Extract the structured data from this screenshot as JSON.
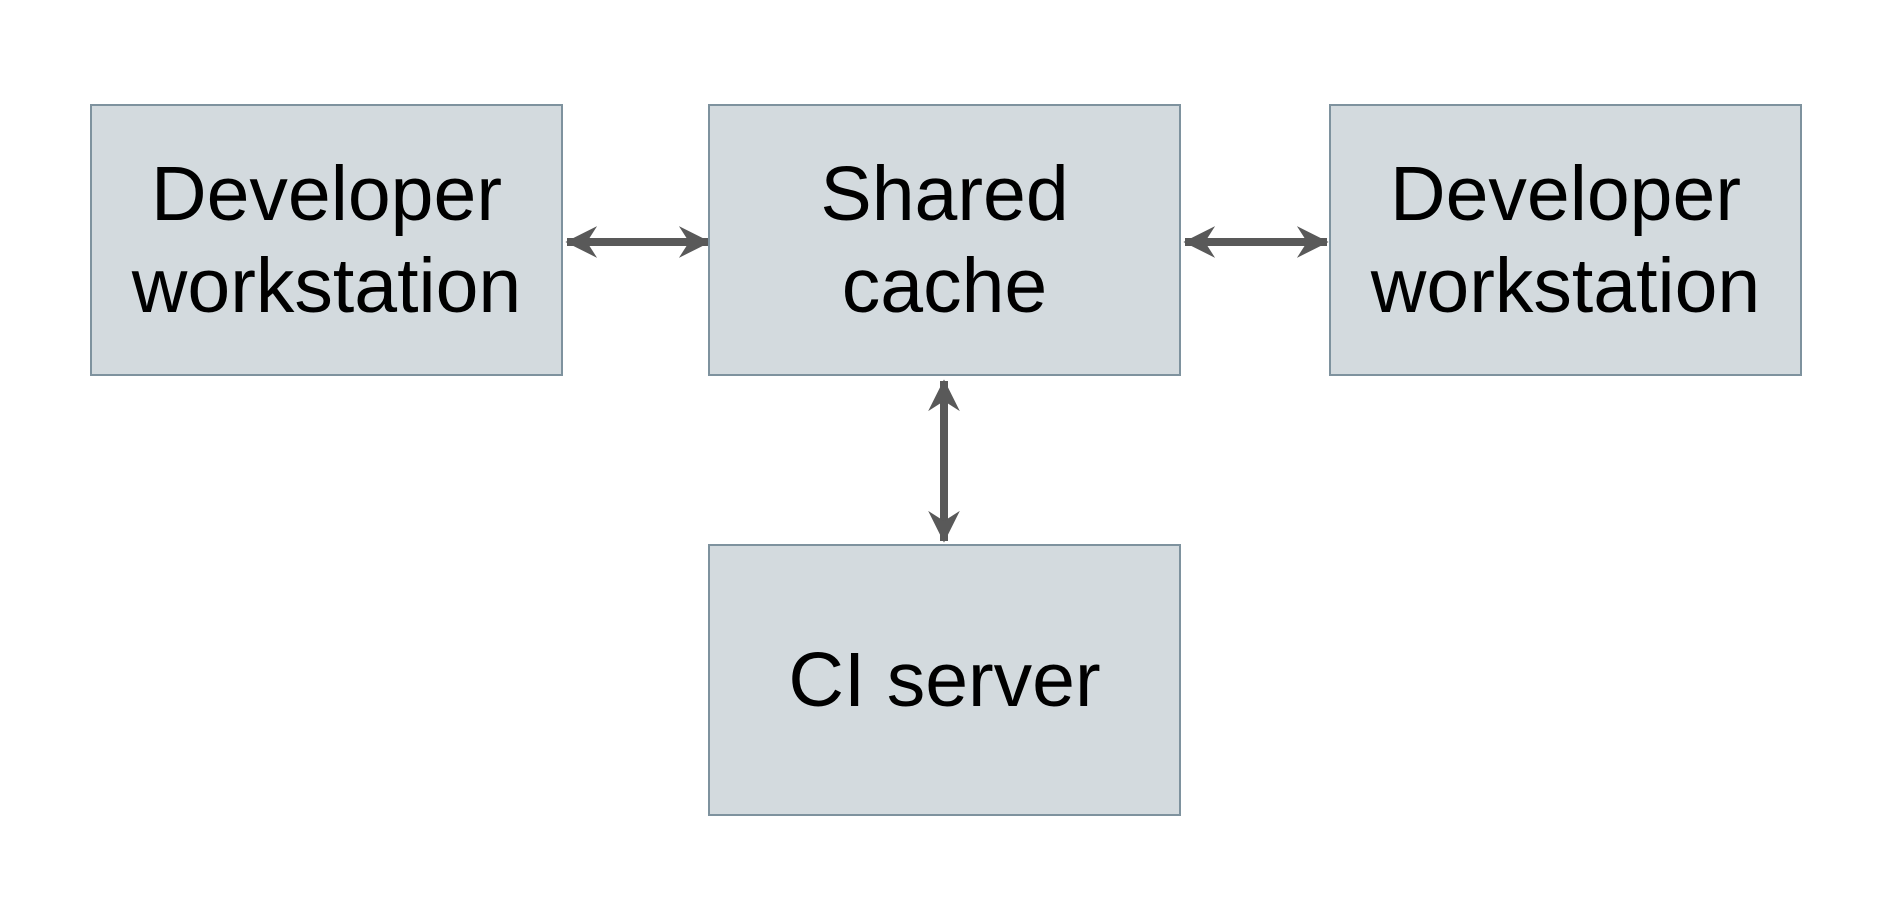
{
  "diagram": {
    "nodes": [
      {
        "id": "developer-workstation-left",
        "label": "Developer workstation"
      },
      {
        "id": "shared-cache",
        "label": "Shared cache"
      },
      {
        "id": "developer-workstation-right",
        "label": "Developer workstation"
      },
      {
        "id": "ci-server",
        "label": "CI server"
      }
    ],
    "edges": [
      {
        "from": "developer-workstation-left",
        "to": "shared-cache",
        "direction": "bidirectional",
        "orientation": "horizontal"
      },
      {
        "from": "shared-cache",
        "to": "developer-workstation-right",
        "direction": "bidirectional",
        "orientation": "horizontal"
      },
      {
        "from": "shared-cache",
        "to": "ci-server",
        "direction": "bidirectional",
        "orientation": "vertical"
      }
    ],
    "colors": {
      "node_fill": "#d3dade",
      "node_border": "#7e929e",
      "arrow": "#595959",
      "text": "#000000",
      "background": "#ffffff"
    }
  }
}
